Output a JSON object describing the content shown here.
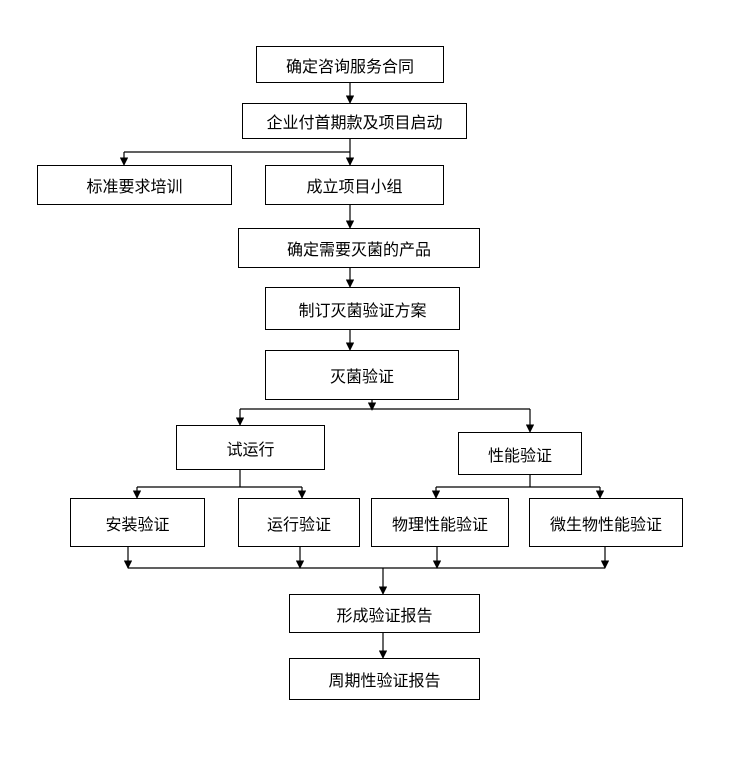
{
  "nodes": {
    "contract": "确定咨询服务合同",
    "payment": "企业付首期款及项目启动",
    "training": "标准要求培训",
    "team": "成立项目小组",
    "products": "确定需要灭菌的产品",
    "plan": "制订灭菌验证方案",
    "validation": "灭菌验证",
    "trial": "试运行",
    "performance": "性能验证",
    "install": "安装验证",
    "operation": "运行验证",
    "physical": "物理性能验证",
    "microbial": "微生物性能验证",
    "report": "形成验证报告",
    "periodic": "周期性验证报告"
  },
  "colors": {
    "line": "#000000",
    "box_border": "#000000",
    "background": "#ffffff"
  }
}
